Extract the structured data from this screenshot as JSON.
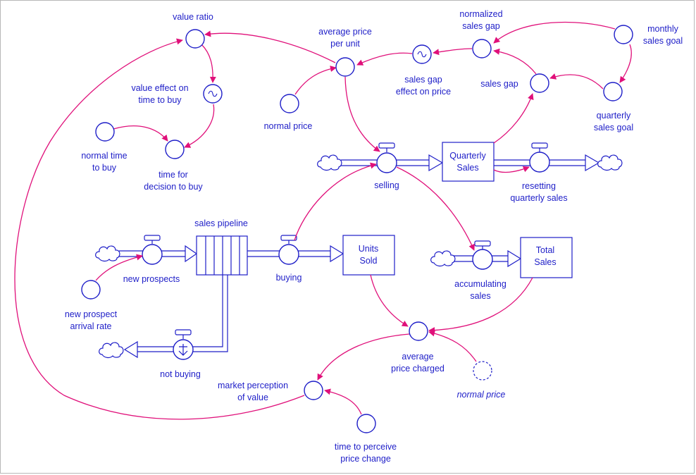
{
  "labels": {
    "value_ratio": "value ratio",
    "average_price_per_unit_1": "average price",
    "average_price_per_unit_2": "per unit",
    "normalized_sales_gap_1": "normalized",
    "normalized_sales_gap_2": "sales gap",
    "monthly_sales_goal_1": "monthly",
    "monthly_sales_goal_2": "sales goal",
    "value_effect_1": "value effect on",
    "value_effect_2": "time to buy",
    "sales_gap_effect_1": "sales gap",
    "sales_gap_effect_2": "effect on price",
    "sales_gap": "sales gap",
    "normal_price": "normal price",
    "quarterly_sales_goal_1": "quarterly",
    "quarterly_sales_goal_2": "sales goal",
    "normal_time_1": "normal time",
    "normal_time_2": "to buy",
    "time_for_decision_1": "time for",
    "time_for_decision_2": "decision to buy",
    "quarterly_sales_1": "Quarterly",
    "quarterly_sales_2": "Sales",
    "selling": "selling",
    "resetting_1": "resetting",
    "resetting_2": "quarterly sales",
    "sales_pipeline": "sales pipeline",
    "units_sold_1": "Units",
    "units_sold_2": "Sold",
    "total_sales_1": "Total",
    "total_sales_2": "Sales",
    "new_prospects": "new prospects",
    "buying": "buying",
    "accumulating_1": "accumulating",
    "accumulating_2": "sales",
    "new_prospect_rate_1": "new prospect",
    "new_prospect_rate_2": "arrival rate",
    "average_price_charged_1": "average",
    "average_price_charged_2": "price charged",
    "not_buying": "not buying",
    "market_perception_1": "market perception",
    "market_perception_2": "of value",
    "normal_price_ghost": "normal price",
    "time_to_perceive_1": "time to perceive",
    "time_to_perceive_2": "price change"
  },
  "colors": {
    "node_stroke": "#1e1ec8",
    "link": "#e0107a",
    "text": "#1e1ec8"
  },
  "icons": {
    "source_sink": "cloud-icon",
    "flow_valve": "valve-icon",
    "graphical_function": "wave-icon"
  }
}
